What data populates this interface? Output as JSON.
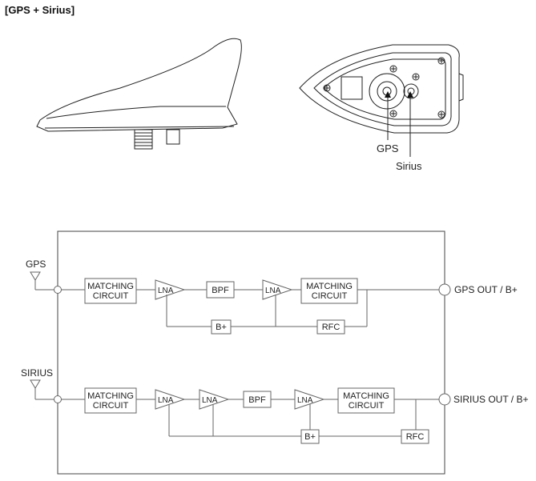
{
  "header": {
    "title": "[GPS + Sirius]"
  },
  "antenna_views": {
    "gps_callout": "GPS",
    "sirius_callout": "Sirius"
  },
  "schematic": {
    "gps_path": {
      "input_label": "GPS",
      "matching_1": [
        "MATCHING",
        "CIRCUIT"
      ],
      "lna_1": "LNA",
      "bpf": "BPF",
      "lna_2": "LNA",
      "matching_2": [
        "MATCHING",
        "CIRCUIT"
      ],
      "bplus": "B+",
      "rfc": "RFC",
      "output_label": "GPS OUT / B+"
    },
    "sirius_path": {
      "input_label": "SIRIUS",
      "matching_1": [
        "MATCHING",
        "CIRCUIT"
      ],
      "lna_1": "LNA",
      "lna_2": "LNA",
      "bpf": "BPF",
      "lna_3": "LNA",
      "matching_2": [
        "MATCHING",
        "CIRCUIT"
      ],
      "bplus": "B+",
      "rfc": "RFC",
      "output_label": "SIRIUS OUT / B+"
    }
  }
}
